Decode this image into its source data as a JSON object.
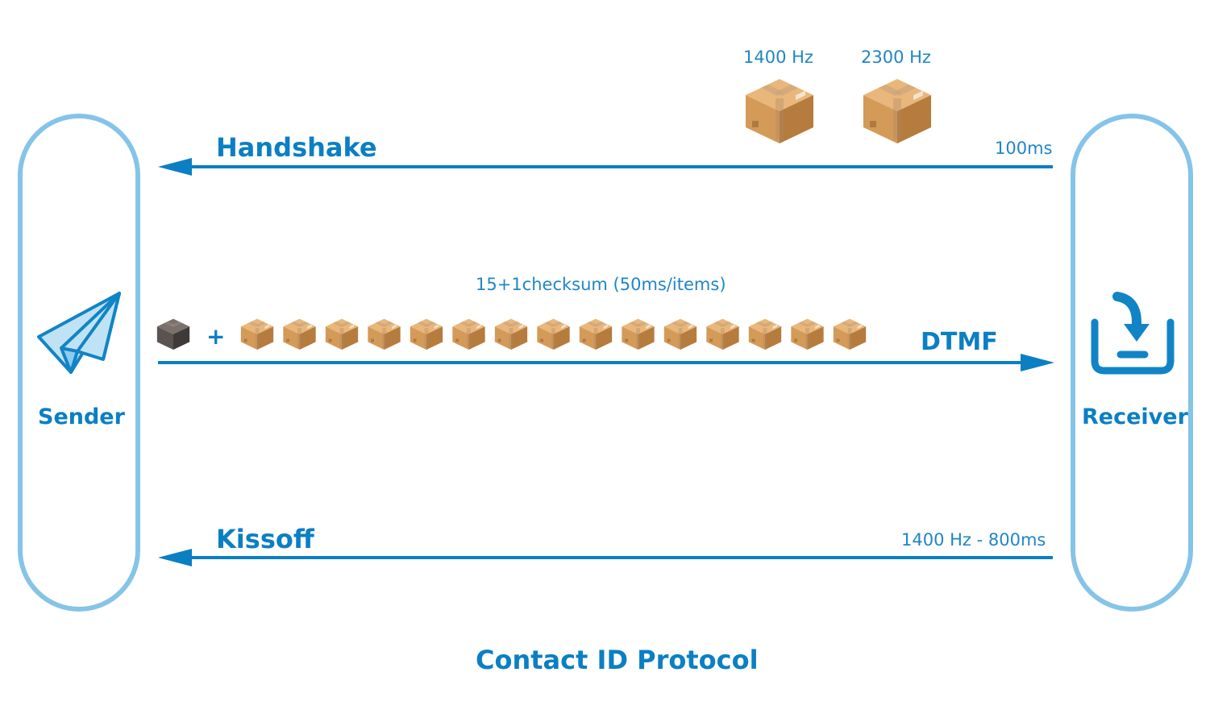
{
  "title": "Contact ID Protocol",
  "sender": {
    "label": "Sender",
    "icon": "paper-plane-icon"
  },
  "receiver": {
    "label": "Receiver",
    "icon": "inbox-download-icon"
  },
  "handshake": {
    "label": "Handshake",
    "duration": "100ms",
    "tones": [
      "1400 Hz",
      "2300 Hz"
    ],
    "direction": "receiver-to-sender"
  },
  "dtmf": {
    "label": "DTMF",
    "payload": "15+1checksum (50ms/items)",
    "plus": "+",
    "checksum_blocks": 1,
    "data_blocks": 15,
    "direction": "sender-to-receiver"
  },
  "kissoff": {
    "label": "Kissoff",
    "duration": "1400 Hz - 800ms",
    "direction": "receiver-to-sender"
  },
  "colors": {
    "arrow": "#0b7fc3",
    "text": "#0b7fc3",
    "pill_border": "#85c4e8",
    "box": "#d59d5e",
    "checksum_box": "#5b5350"
  }
}
